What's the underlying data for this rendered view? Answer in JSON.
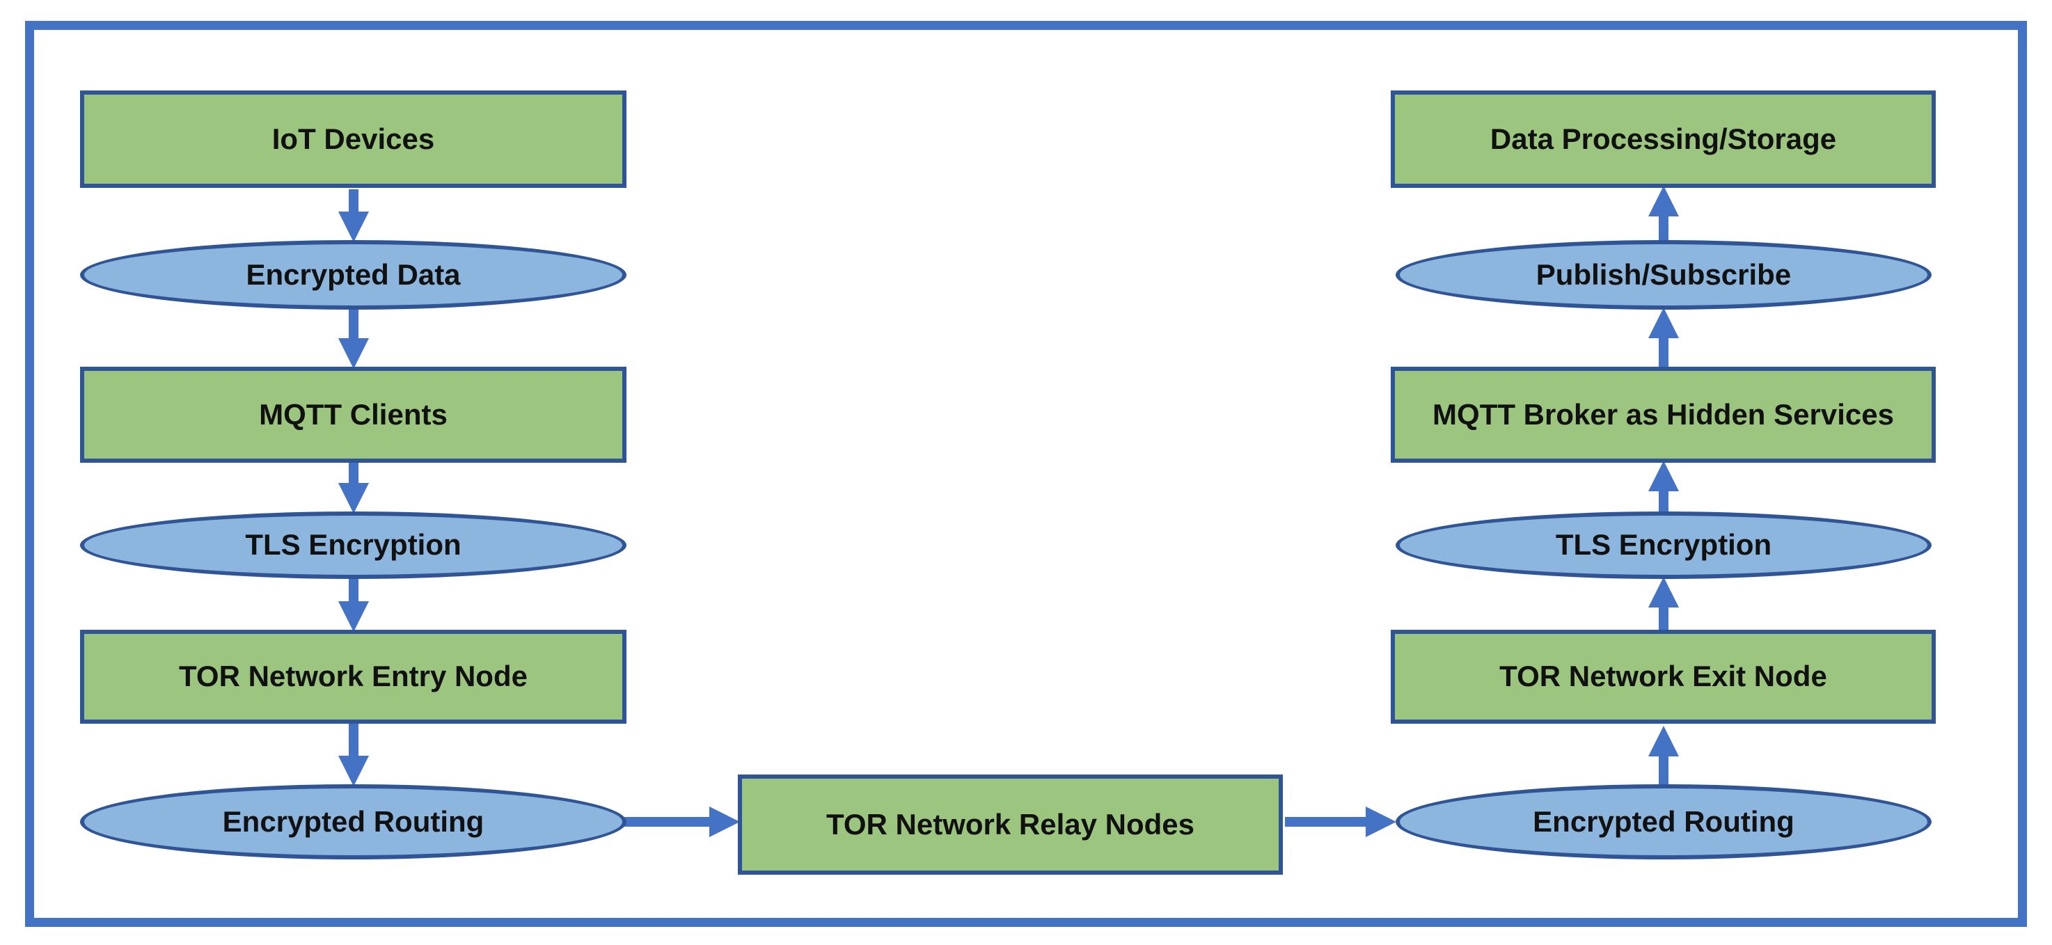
{
  "colors": {
    "background": "#FFFFFF",
    "frame": "#4472C4",
    "arrow": "#4472C4",
    "rect_fill": "#9CC57F",
    "ellipse_fill": "#8DB6DF",
    "node_border": "#2F5597",
    "text": "#111111"
  },
  "diagram": {
    "left_column": [
      {
        "label": "IoT Devices",
        "shape": "rect"
      },
      {
        "label": "Encrypted Data",
        "shape": "ellipse"
      },
      {
        "label": "MQTT Clients",
        "shape": "rect"
      },
      {
        "label": "TLS Encryption",
        "shape": "ellipse"
      },
      {
        "label": "TOR Network Entry Node",
        "shape": "rect"
      },
      {
        "label": "Encrypted Routing",
        "shape": "ellipse"
      }
    ],
    "middle_column": [
      {
        "label": "TOR Network Relay Nodes",
        "shape": "rect"
      }
    ],
    "right_column": [
      {
        "label": "Data Processing/Storage",
        "shape": "rect"
      },
      {
        "label": "Publish/Subscribe",
        "shape": "ellipse"
      },
      {
        "label": "MQTT Broker as Hidden Services",
        "shape": "rect"
      },
      {
        "label": "TLS Encryption",
        "shape": "ellipse"
      },
      {
        "label": "TOR Network Exit Node",
        "shape": "rect"
      },
      {
        "label": "Encrypted Routing",
        "shape": "ellipse"
      }
    ],
    "flow": {
      "left_column_direction": "top-to-bottom",
      "right_column_direction": "bottom-to-top",
      "edges": [
        [
          "IoT Devices",
          "Encrypted Data"
        ],
        [
          "Encrypted Data",
          "MQTT Clients"
        ],
        [
          "MQTT Clients",
          "TLS Encryption"
        ],
        [
          "TLS Encryption",
          "TOR Network Entry Node"
        ],
        [
          "TOR Network Entry Node",
          "Encrypted Routing"
        ],
        [
          "Encrypted Routing",
          "TOR Network Relay Nodes"
        ],
        [
          "TOR Network Relay Nodes",
          "Encrypted Routing"
        ],
        [
          "Encrypted Routing",
          "TOR Network Exit Node"
        ],
        [
          "TOR Network Exit Node",
          "TLS Encryption"
        ],
        [
          "TLS Encryption",
          "MQTT Broker as Hidden Services"
        ],
        [
          "MQTT Broker as Hidden Services",
          "Publish/Subscribe"
        ],
        [
          "Publish/Subscribe",
          "Data Processing/Storage"
        ]
      ]
    }
  }
}
